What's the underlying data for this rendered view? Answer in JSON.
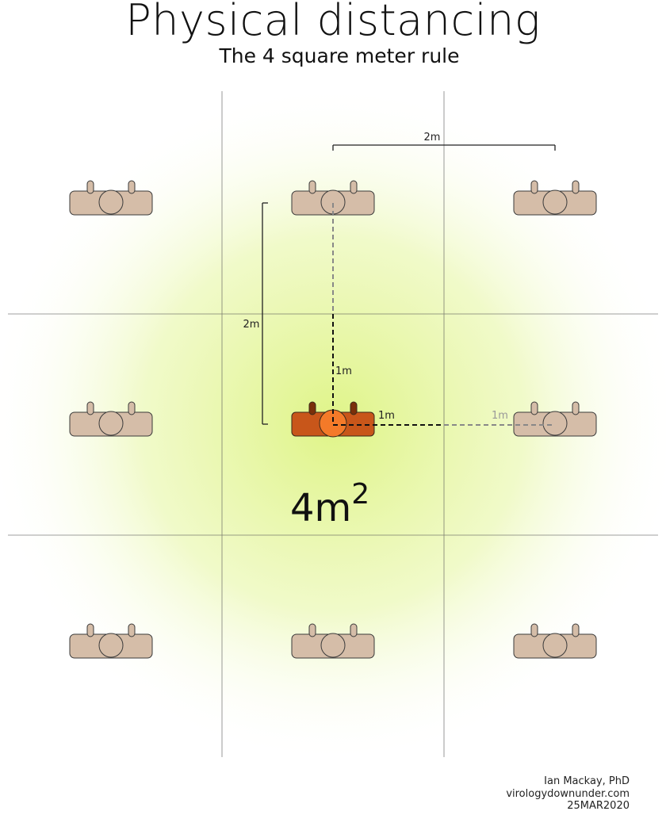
{
  "title": "Physical distancing",
  "subtitle": "The 4 square meter rule",
  "dimensions": {
    "horizontal_spacing": "2m",
    "vertical_spacing": "2m",
    "radius_up": "1m",
    "radius_right": "1m",
    "radius_continued": "1m"
  },
  "area_label": {
    "base": "4m",
    "exponent": "2"
  },
  "credit": {
    "author": "Ian Mackay, PhD",
    "website": "virologydownunder.com",
    "date": "25MAR2020"
  },
  "colors": {
    "person_fill": "#d6bfa9",
    "person_highlight_fill": "#c8561a",
    "person_highlight_head": "#f47a29",
    "zone_glow": "#e6f59b",
    "grid_line": "#444444"
  }
}
